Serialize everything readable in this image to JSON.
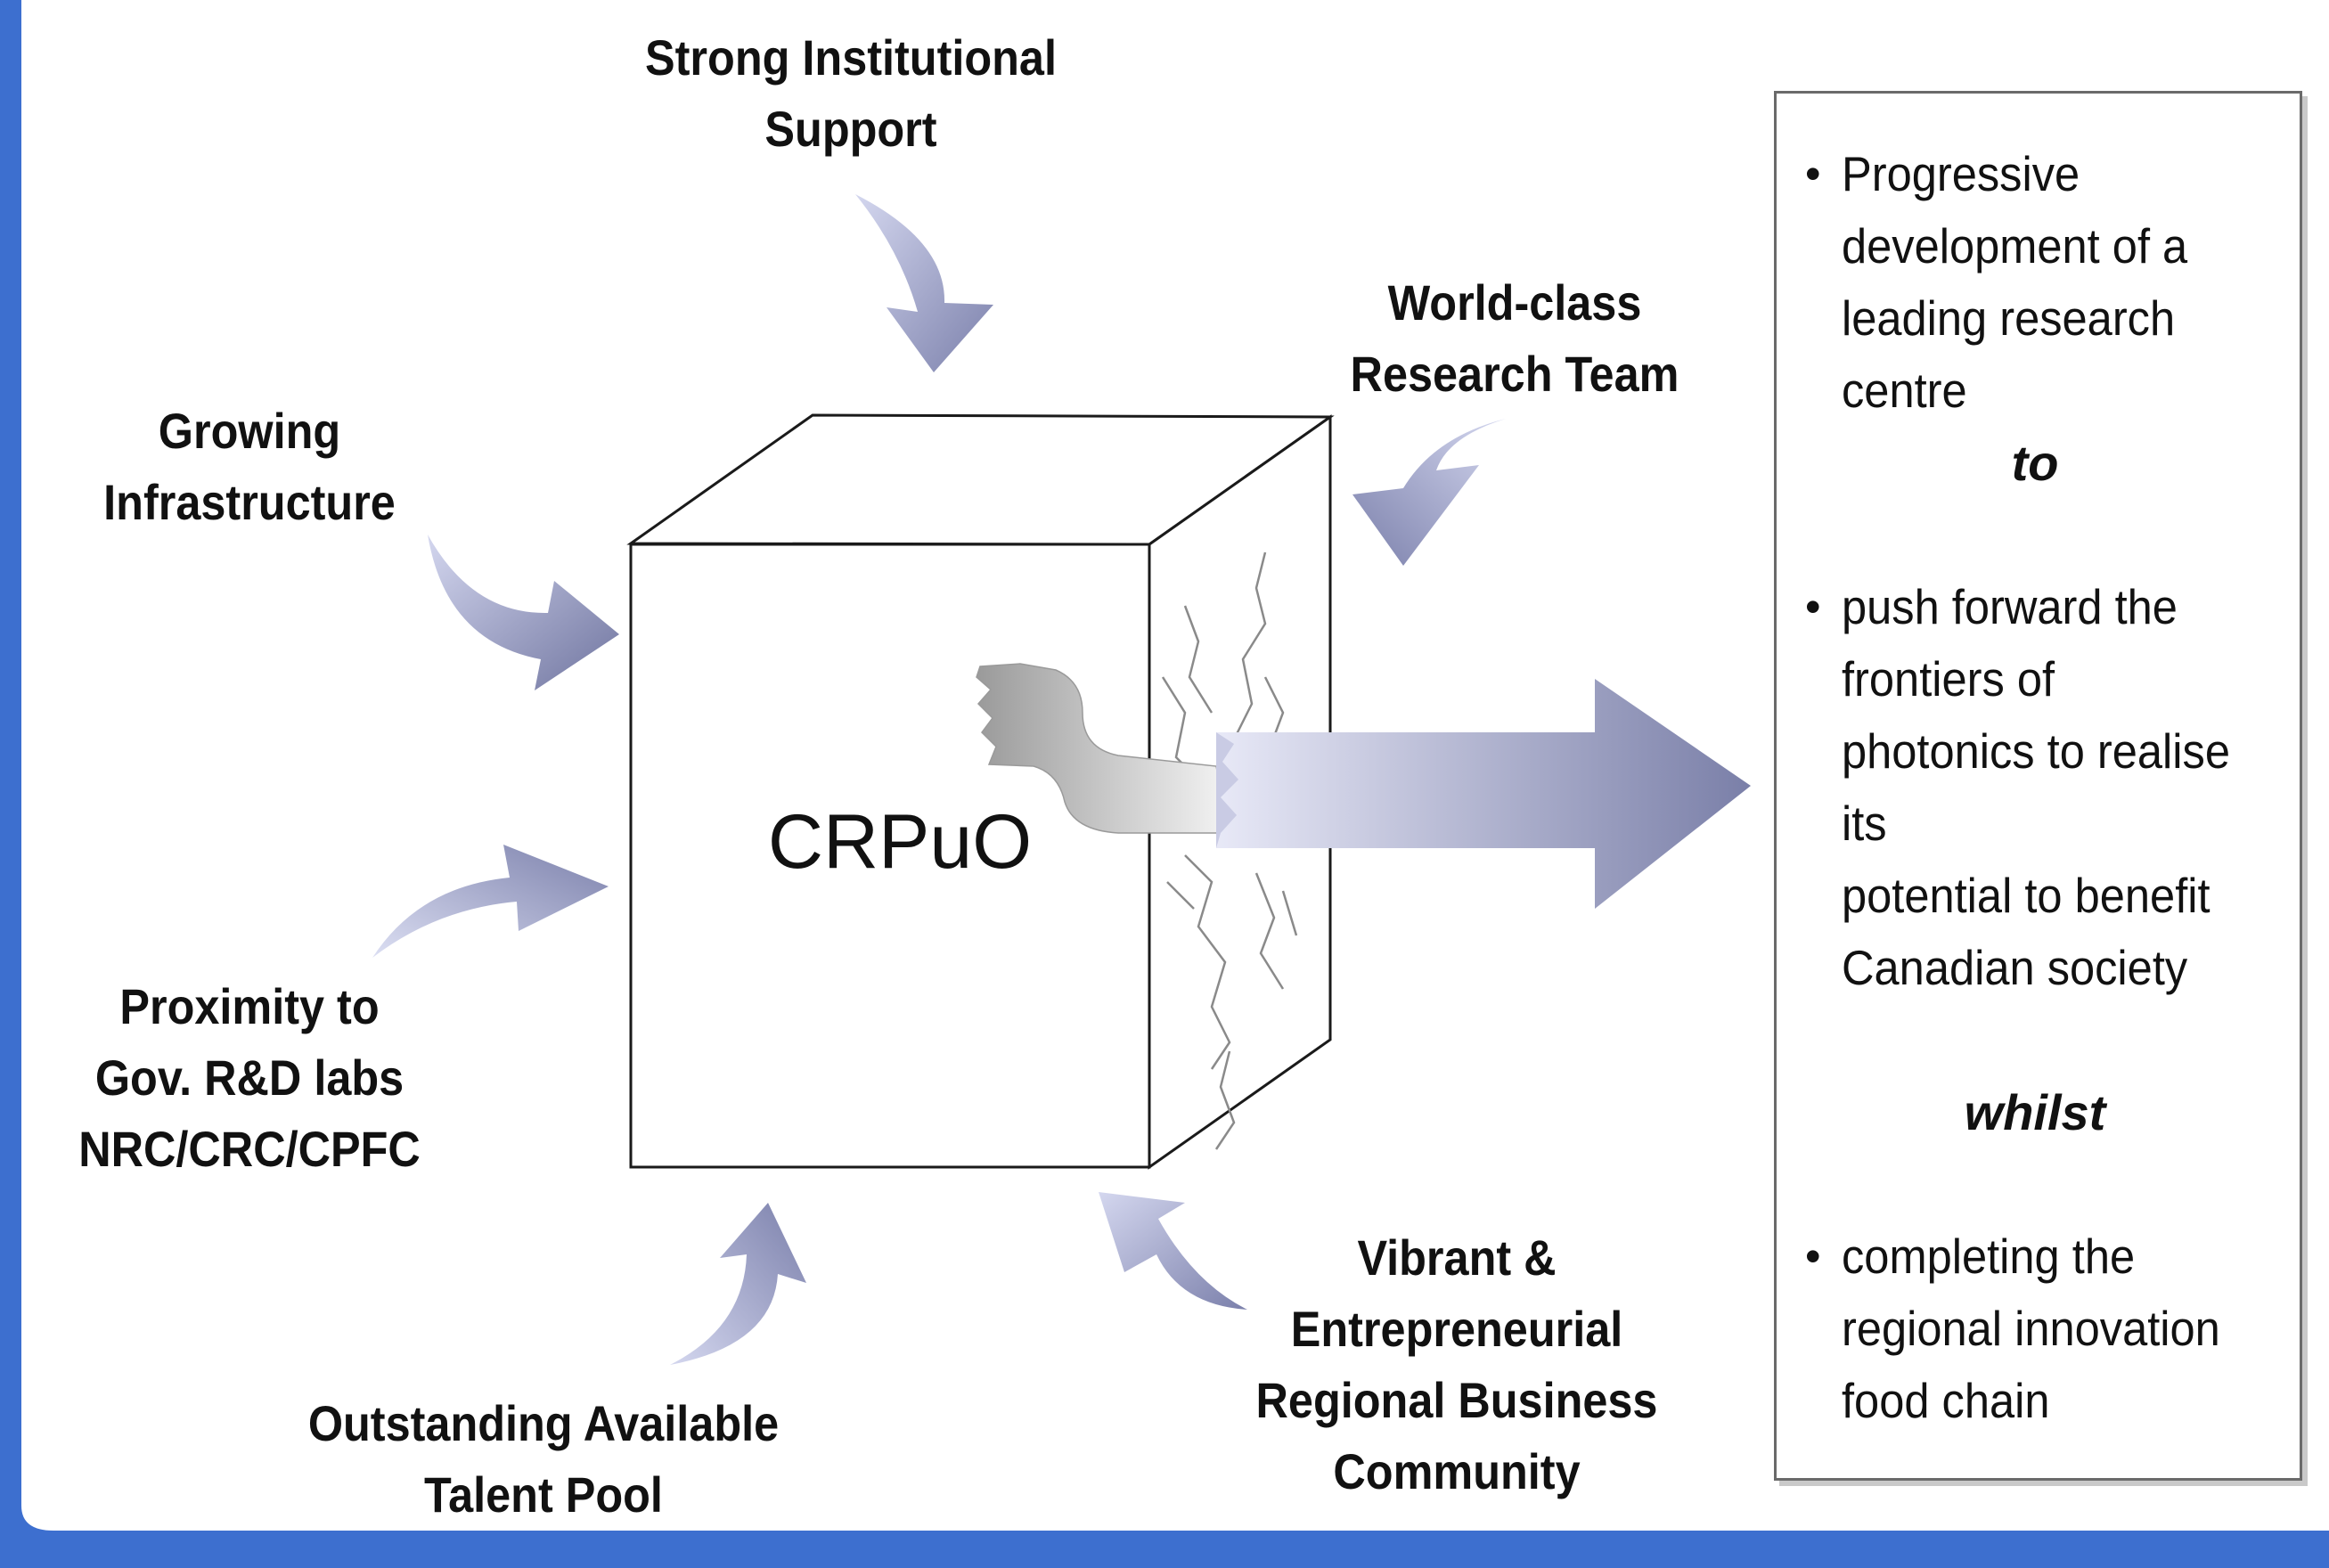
{
  "center": {
    "title": "CRPuO"
  },
  "factors": {
    "institutional": [
      "Strong Institutional",
      "Support"
    ],
    "research_team": [
      "World-class",
      "Research Team"
    ],
    "infrastructure": [
      "Growing",
      "Infrastructure"
    ],
    "gov_labs": [
      "Proximity to",
      "Gov. R&D labs",
      "NRC/CRC/CPFC"
    ],
    "talent": [
      "Outstanding Available",
      "Talent Pool"
    ],
    "business": [
      "Vibrant &",
      "Entrepreneurial",
      "Regional Business",
      "Community"
    ]
  },
  "outcomes": {
    "bullet_symbol": "•",
    "item1": [
      "Progressive",
      "development of  a",
      "leading research",
      "centre"
    ],
    "connector1": "to",
    "item2": [
      "push forward the",
      "frontiers of",
      "photonics to realise",
      "its",
      "potential to benefit",
      "Canadian society"
    ],
    "connector2": "whilst",
    "item3": [
      "completing the",
      "regional innovation",
      "food chain"
    ]
  },
  "colors": {
    "frame_blue": "#3d6fcf",
    "arrow_light": "#d3d6ee",
    "arrow_dark": "#7d82ac",
    "cube_line": "#1a1a1a"
  }
}
